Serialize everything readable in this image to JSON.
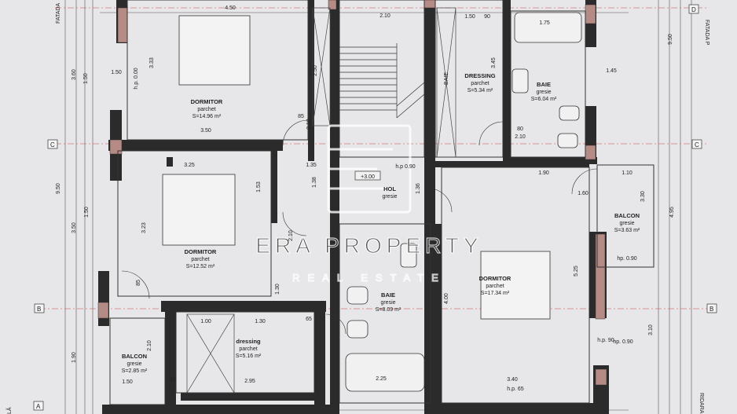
{
  "rooms": {
    "dormitor1": {
      "name": "DORMITOR",
      "floor": "parchet",
      "area": "S=14.96 m²"
    },
    "dressing1": {
      "name": "DRESSING",
      "floor": "parchet",
      "area": "S=5.34 m²"
    },
    "baie1": {
      "name": "BAIE",
      "floor": "gresie",
      "area": "S=6.04 m²"
    },
    "hol": {
      "name": "HOL",
      "floor": "gresie",
      "level": "+3.00"
    },
    "balcon_right": {
      "name": "BALCON",
      "floor": "gresie",
      "area": "S=3.63 m²",
      "hp": "hp. 0.90"
    },
    "dormitor2": {
      "name": "DORMITOR",
      "floor": "parchet",
      "area": "S=12.52 m²"
    },
    "dormitor3": {
      "name": "DORMITOR",
      "floor": "parchet",
      "area": "S=17.34 m²"
    },
    "baie2": {
      "name": "BAIE",
      "floor": "gresie",
      "area": "S=8.09 m²"
    },
    "dressing2": {
      "name": "dressing",
      "floor": "parchet",
      "area": "S=5.16 m²"
    },
    "balcon_left": {
      "name": "BALCON",
      "floor": "gresie",
      "area": "S=2.85 m²"
    }
  },
  "grid": {
    "c": "C",
    "b": "B",
    "a": "A",
    "d": "D"
  },
  "side_labels": {
    "left_top": "FATADA",
    "right_top": "FATADA P",
    "left_bottom": "LĂ",
    "right_bottom": "RIDARA"
  },
  "watermark": {
    "brand": "ERA PROPERTY",
    "tag": "REAL ESTATE"
  },
  "dims": [
    "4.50",
    "2.10",
    "1.50",
    "90",
    "1.75",
    "3.60",
    "1.50",
    "3.33",
    "2.50",
    "3.45",
    "BAIE",
    "h.p. 0.00",
    "1.50",
    "1.45",
    "80",
    "2.10",
    "3.50",
    "85",
    "2.10",
    "3.25",
    "1.35",
    "1.38",
    "1.53",
    "1.90",
    "1.10",
    "1.60",
    "3.30",
    "9.50",
    "3.50",
    "3.23",
    "1.50",
    "4.95",
    "85",
    "2.10",
    "1.30",
    "4.00",
    "5.25",
    "1.00",
    "1.30",
    "65",
    "3.10",
    "2.10",
    "2.25",
    "3.40",
    "1.90",
    "1.50",
    "2.95",
    "40",
    "h.p. 65",
    "h.p. 90",
    "9.50",
    "1.36",
    "h.p 0.90",
    "hp. 0.90"
  ]
}
